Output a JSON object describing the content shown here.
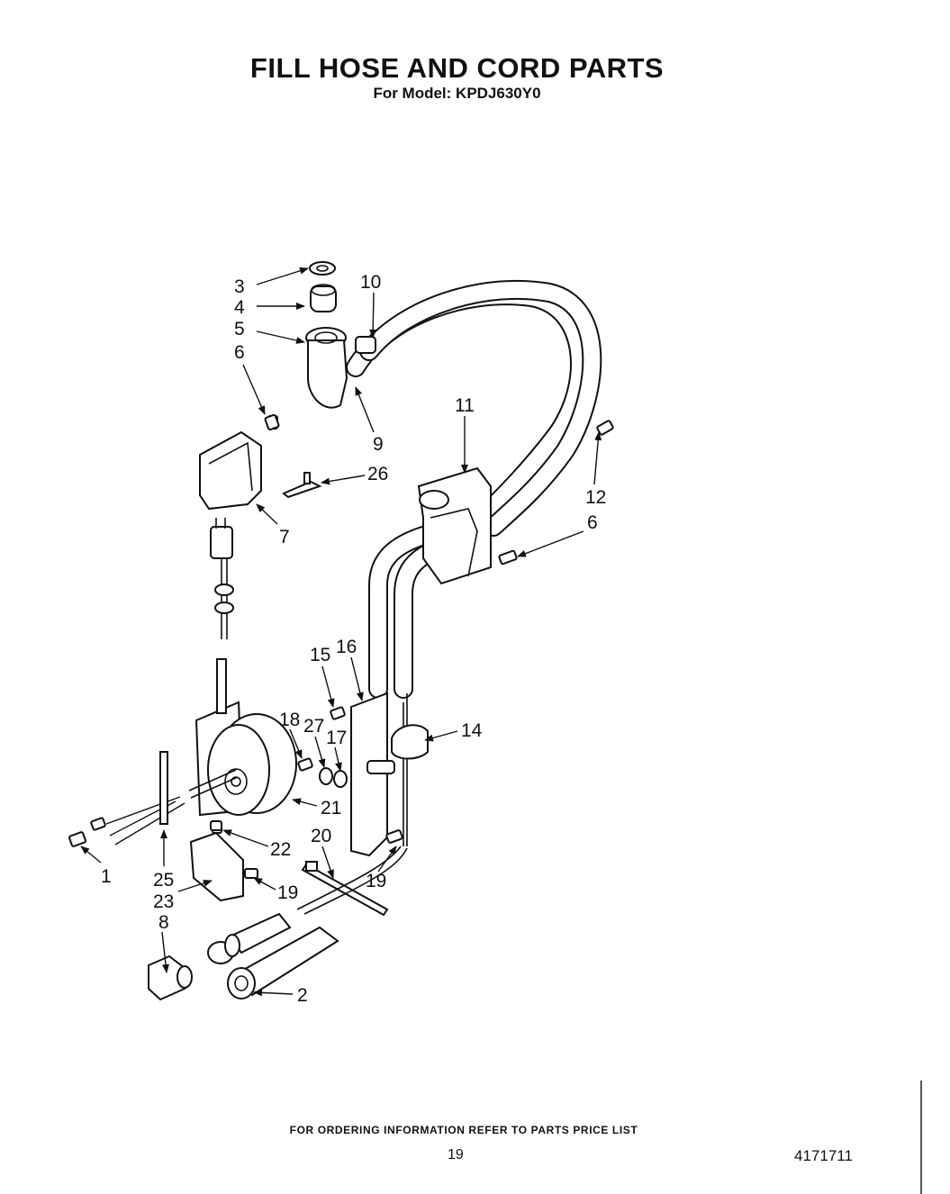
{
  "header": {
    "title": "FILL HOSE AND CORD PARTS",
    "subtitle": "For Model: KPDJ630Y0"
  },
  "footer": {
    "note": "FOR ORDERING INFORMATION REFER TO PARTS PRICE LIST",
    "page_number": "19",
    "document_number": "4171711"
  },
  "callouts": {
    "c1": "1",
    "c2": "2",
    "c3": "3",
    "c4": "4",
    "c5": "5",
    "c6a": "6",
    "c6b": "6",
    "c7": "7",
    "c8": "8",
    "c9": "9",
    "c10": "10",
    "c11": "11",
    "c12": "12",
    "c14": "14",
    "c15": "15",
    "c16": "16",
    "c17": "17",
    "c18": "18",
    "c19a": "19",
    "c19b": "19",
    "c20": "20",
    "c21": "21",
    "c22": "22",
    "c23": "23",
    "c25": "25",
    "c26": "26",
    "c27": "27"
  }
}
